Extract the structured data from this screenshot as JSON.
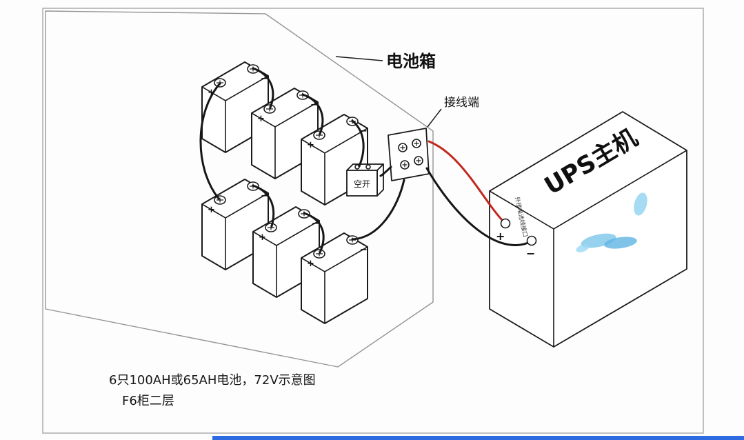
{
  "diagram": {
    "battery_box_label": "电池箱",
    "terminal_block_label": "接线端",
    "breaker_label": "空开",
    "ups_label": "UPS主机",
    "ups_port_label": "外接电池线接口",
    "plus": "+",
    "minus": "−",
    "caption_line1": "6只100AH或65AH电池，72V示意图",
    "caption_line2": "F6柜二层"
  },
  "colors": {
    "wire_black": "#161616",
    "wire_red": "#c2281e",
    "frame_border": "#ababab",
    "box_wireframe": "#949494",
    "watermark_blue": "#7cc6ea",
    "bottom_bar": "#2e6be0"
  }
}
